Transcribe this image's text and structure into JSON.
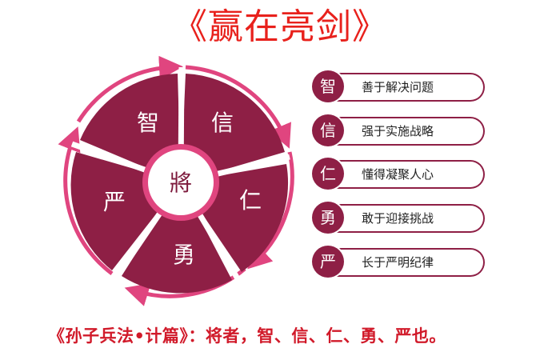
{
  "title": "《赢在亮剑》",
  "wheel": {
    "center": "將",
    "segments": [
      {
        "label": "智"
      },
      {
        "label": "信"
      },
      {
        "label": "仁"
      },
      {
        "label": "勇"
      },
      {
        "label": "严"
      }
    ]
  },
  "list": [
    {
      "badge": "智",
      "text": "善于解决问题"
    },
    {
      "badge": "信",
      "text": "强于实施战略"
    },
    {
      "badge": "仁",
      "text": "懂得凝聚人心"
    },
    {
      "badge": "勇",
      "text": "敢于迎接挑战"
    },
    {
      "badge": "严",
      "text": "长于严明纪律"
    }
  ],
  "quote": "《孙子兵法•计篇》：将者，智、信、仁、勇、严也。",
  "colors": {
    "title": "#e8211c",
    "segment_fill": "#8e1f45",
    "arrow_pink": "#e0457f",
    "quote": "#d11a2a"
  }
}
